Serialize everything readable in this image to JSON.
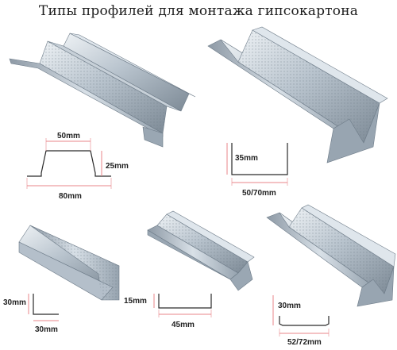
{
  "title": "Типы профилей для монтажа гипсокартона",
  "colors": {
    "dimension_line": "#e8868a",
    "profile_outline": "#2a2a2a",
    "metal_light": "#dfe6ec",
    "metal_mid": "#aab6c2",
    "metal_dark": "#6d7b88"
  },
  "profiles": [
    {
      "name": "ceiling-profile",
      "dims": {
        "top_width": "50mm",
        "height": "25mm",
        "bottom_width": "80mm"
      }
    },
    {
      "name": "guide-profile-50",
      "dims": {
        "height": "35mm",
        "width": "50/70mm"
      }
    },
    {
      "name": "corner-profile",
      "dims": {
        "height": "30mm",
        "width": "30mm"
      }
    },
    {
      "name": "guide-profile-15",
      "dims": {
        "height": "15mm",
        "width": "45mm"
      }
    },
    {
      "name": "rack-profile",
      "dims": {
        "height": "30mm",
        "width": "52/72mm"
      }
    }
  ]
}
